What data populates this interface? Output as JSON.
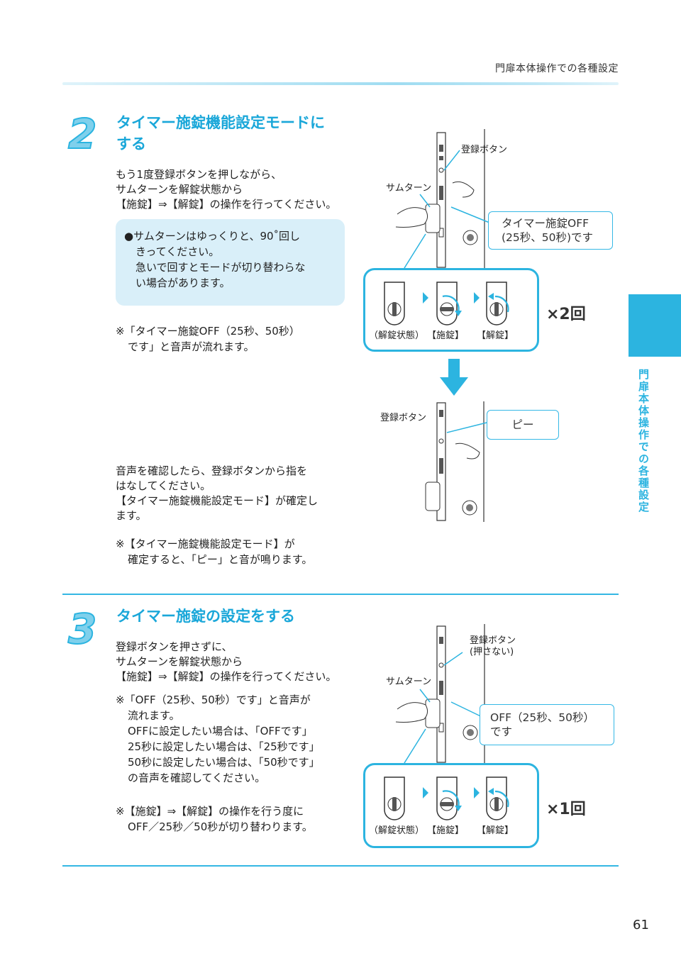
{
  "header": {
    "title": "門扉本体操作での各種設定"
  },
  "side_tab": {
    "label": "門扉本体操作での各種設定"
  },
  "page_number": "61",
  "step2": {
    "number": "2",
    "title_line1": "タイマー施錠機能設定モードに",
    "title_line2": "する",
    "body": [
      "もう1度登録ボタンを押しながら、",
      "サムターンを解錠状態から",
      "【施錠】⇒【解錠】の操作を行ってください。"
    ],
    "callout": [
      "●サムターンはゆっくりと、90˚回し",
      "きってください。",
      "急いで回すとモードが切り替わらな",
      "い場合があります。"
    ],
    "note": [
      "※「タイマー施錠OFF（25秒、50秒）",
      "です」と音声が流れます。"
    ],
    "body2": [
      "音声を確認したら、登録ボタンから指を",
      "はなしてください。",
      "【タイマー施錠機能設定モード】が確定し",
      "ます。"
    ],
    "note2": [
      "※【タイマー施錠機能設定モード】が",
      "確定すると、「ピー」と音が鳴ります。"
    ],
    "fig": {
      "label_button": "登録ボタン",
      "label_thumbturn": "サムターン",
      "bubble": [
        "タイマー施錠OFF",
        "(25秒、50秒)です"
      ],
      "cap_unlocked": "（解錠状態）",
      "cap_lock": "【施錠】",
      "cap_unlock": "【解錠】",
      "times": "×2回",
      "label_button2": "登録ボタン",
      "bubble2": "ピー"
    }
  },
  "step3": {
    "number": "3",
    "title": "タイマー施錠の設定をする",
    "body": [
      "登録ボタンを押さずに、",
      "サムターンを解錠状態から",
      "【施錠】⇒【解錠】の操作を行ってください。"
    ],
    "note": [
      "※「OFF（25秒、50秒）です」と音声が",
      "流れます。",
      "OFFに設定したい場合は、「OFFです」",
      "25秒に設定したい場合は、「25秒です」",
      "50秒に設定したい場合は、「50秒です」",
      "の音声を確認してください。"
    ],
    "note2": [
      "※【施錠】⇒【解錠】の操作を行う度に",
      "OFF／25秒／50秒が切り替わります。"
    ],
    "fig": {
      "label_button": "登録ボタン",
      "label_button_sub": "(押さない)",
      "label_thumbturn": "サムターン",
      "bubble": [
        "OFF（25秒、50秒）",
        "です"
      ],
      "cap_unlocked": "（解錠状態）",
      "cap_lock": "【施錠】",
      "cap_unlock": "【解錠】",
      "times": "×1回"
    }
  },
  "colors": {
    "accent": "#2cb4e0",
    "title": "#1aa7d9",
    "callout_bg": "#d9eff9"
  }
}
